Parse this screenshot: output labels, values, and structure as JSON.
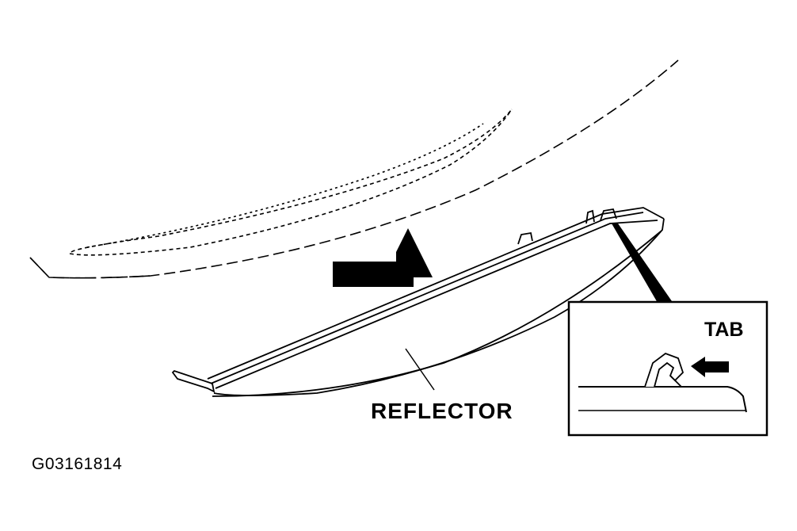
{
  "labels": {
    "reflector": "REFLECTOR",
    "tab": "TAB",
    "figure_id": "G03161814"
  },
  "colors": {
    "line": "#000000",
    "background": "#ffffff"
  },
  "icons": {
    "removal_arrow": "bent-arrow-icon",
    "tab_arrow": "left-arrow-icon"
  }
}
